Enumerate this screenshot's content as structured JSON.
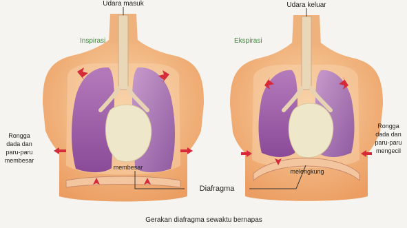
{
  "left_panel": {
    "heading": "Inspirasi",
    "air_label": "Udara masuk",
    "side_label_lines": [
      "Rongga",
      "dada dan",
      "paru-paru",
      "membesar"
    ],
    "inner_label": "membesar"
  },
  "right_panel": {
    "heading": "Ekspirasi",
    "air_label": "Udara keluar",
    "side_label_lines": [
      "Rongga",
      "dada dan",
      "paru-paru",
      "mengecil"
    ],
    "inner_label": "melengkung"
  },
  "shared_label": "Diafragma",
  "caption": "Gerakan diafragma sewaktu bernapas",
  "colors": {
    "background": "#f6f4f0",
    "skin": "#f2b97e",
    "lung": "#9b5aa6",
    "lung_light": "#c89fc9",
    "organ": "#efe6c8",
    "arrow": "#d62a3a",
    "heading": "#3d8a3a",
    "line": "#333333"
  }
}
